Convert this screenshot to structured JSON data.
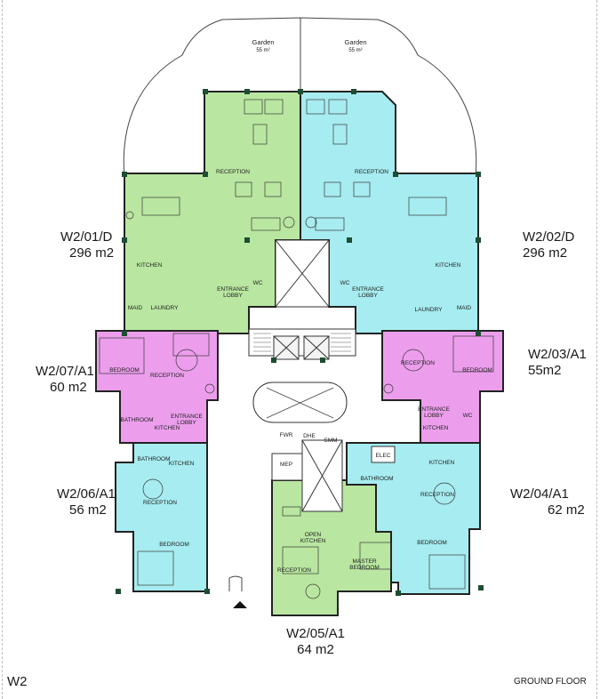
{
  "building": "W2",
  "floor": "GROUND FLOOR",
  "gardens": [
    {
      "name": "Garden",
      "area": "55 m²"
    },
    {
      "name": "Garden",
      "area": "55 m²"
    }
  ],
  "colors": {
    "green_unit": "#b9e6a0",
    "cyan_unit": "#a6ecf0",
    "magenta_unit": "#ec9eec",
    "wall": "#1f1f1f",
    "column": "#1d4d33"
  },
  "units": [
    {
      "code": "W2/01/D",
      "area": "296 m2",
      "color": "green"
    },
    {
      "code": "W2/02/D",
      "area": "296 m2",
      "color": "cyan"
    },
    {
      "code": "W2/03/A1",
      "area": "55m2",
      "color": "magenta"
    },
    {
      "code": "W2/04/A1",
      "area": "62 m2",
      "color": "cyan"
    },
    {
      "code": "W2/05/A1",
      "area": "64 m2",
      "color": "green"
    },
    {
      "code": "W2/06/A1",
      "area": "56 m2",
      "color": "cyan"
    },
    {
      "code": "W2/07/A1",
      "area": "60 m2",
      "color": "magenta"
    }
  ],
  "rooms": {
    "u01": {
      "reception": "RECEPTION",
      "kitchen": "KITCHEN",
      "wc": "WC",
      "entrance": "ENTRANCE",
      "lobby": "LOBBY",
      "maid": "MAID",
      "laundry": "LAUNDRY"
    },
    "u02": {
      "reception": "RECEPTION",
      "kitchen": "KITCHEN",
      "wc": "WC",
      "entrance": "ENTRANCE",
      "lobby": "LOBBY",
      "maid": "MAID",
      "laundry": "LAUNDRY"
    },
    "u03": {
      "reception": "RECEPTION",
      "bedroom": "BEDROOM",
      "entrance": "ENTRANCE",
      "lobby": "LOBBY",
      "wc": "WC",
      "kitchen": "KITCHEN"
    },
    "u04": {
      "kitchen": "KITCHEN",
      "bathroom": "BATHROOM",
      "reception": "RECEPTION",
      "bedroom": "BEDROOM"
    },
    "u05": {
      "open": "OPEN",
      "kitchen": "KITCHEN",
      "master": "MASTER",
      "bedroom": "BEDROOM",
      "reception": "RECEPTION"
    },
    "u06": {
      "bathroom": "BATHROOM",
      "kitchen": "KITCHEN",
      "reception": "RECEPTION",
      "bedroom": "BEDROOM"
    },
    "u07": {
      "bedroom": "BEDROOM",
      "reception": "RECEPTION",
      "bathroom": "BATHROOM",
      "kitchen": "KITCHEN",
      "entrance": "ENTRANCE",
      "lobby": "LOBBY"
    },
    "core": {
      "mep": "MEP",
      "elec": "ELEC",
      "fwr": "FWR",
      "dhe": "DHE",
      "smm": "SMM"
    }
  }
}
